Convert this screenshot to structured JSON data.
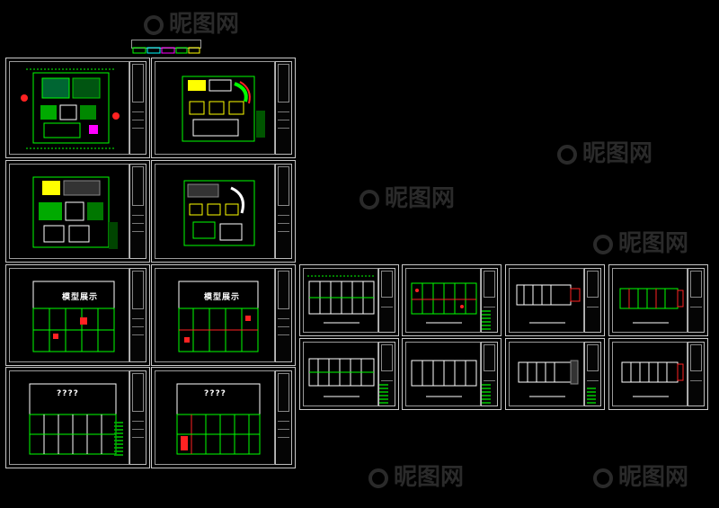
{
  "captions": {
    "exhibition_1": "模型展示",
    "exhibition_2": "模型展示",
    "unknown_1": "????",
    "unknown_2": "????"
  },
  "watermark": {
    "text": "昵图网"
  },
  "colors": {
    "background": "#000000",
    "sheet_border": "#c8c8c8",
    "line": "#00ff00",
    "accent_red": "#ff2020",
    "accent_yellow": "#ffff00",
    "accent_magenta": "#ff00ff",
    "accent_white": "#ffffff"
  },
  "icons": {
    "watermark_logo": "swirl-logo-icon"
  }
}
